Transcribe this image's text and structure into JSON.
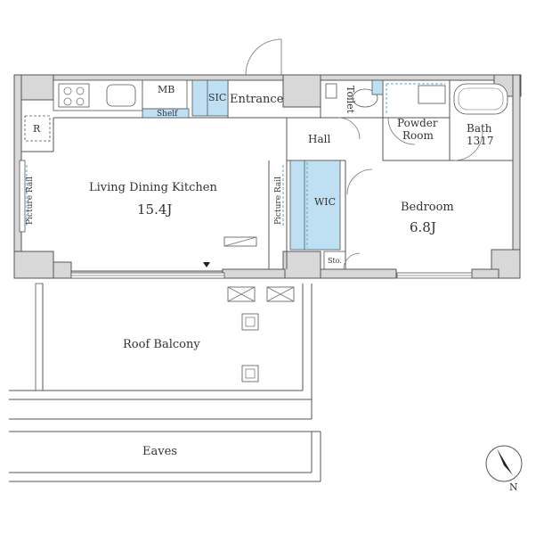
{
  "rooms": {
    "ldk_name": "Living Dining Kitchen",
    "ldk_size": "15.4J",
    "bedroom_name": "Bedroom",
    "bedroom_size": "6.8J",
    "roof_balcony": "Roof Balcony",
    "eaves": "Eaves",
    "entrance": "Entrance",
    "hall": "Hall",
    "toilet": "Toilet",
    "powder_line1": "Powder",
    "powder_line2": "Room",
    "bath_line1": "Bath",
    "bath_line2": "1317",
    "wic": "WIC",
    "sic": "SIC",
    "mb": "MB",
    "shelf": "Shelf",
    "sto": "Sto.",
    "refrigerator": "R",
    "picture_rail_left": "Picture Rail",
    "picture_rail_center": "Picture Rail"
  },
  "compass": {
    "north_label": "N"
  },
  "colors": {
    "accent_blue": "#bfe0f2",
    "wall_gray": "#d8d8d8"
  }
}
